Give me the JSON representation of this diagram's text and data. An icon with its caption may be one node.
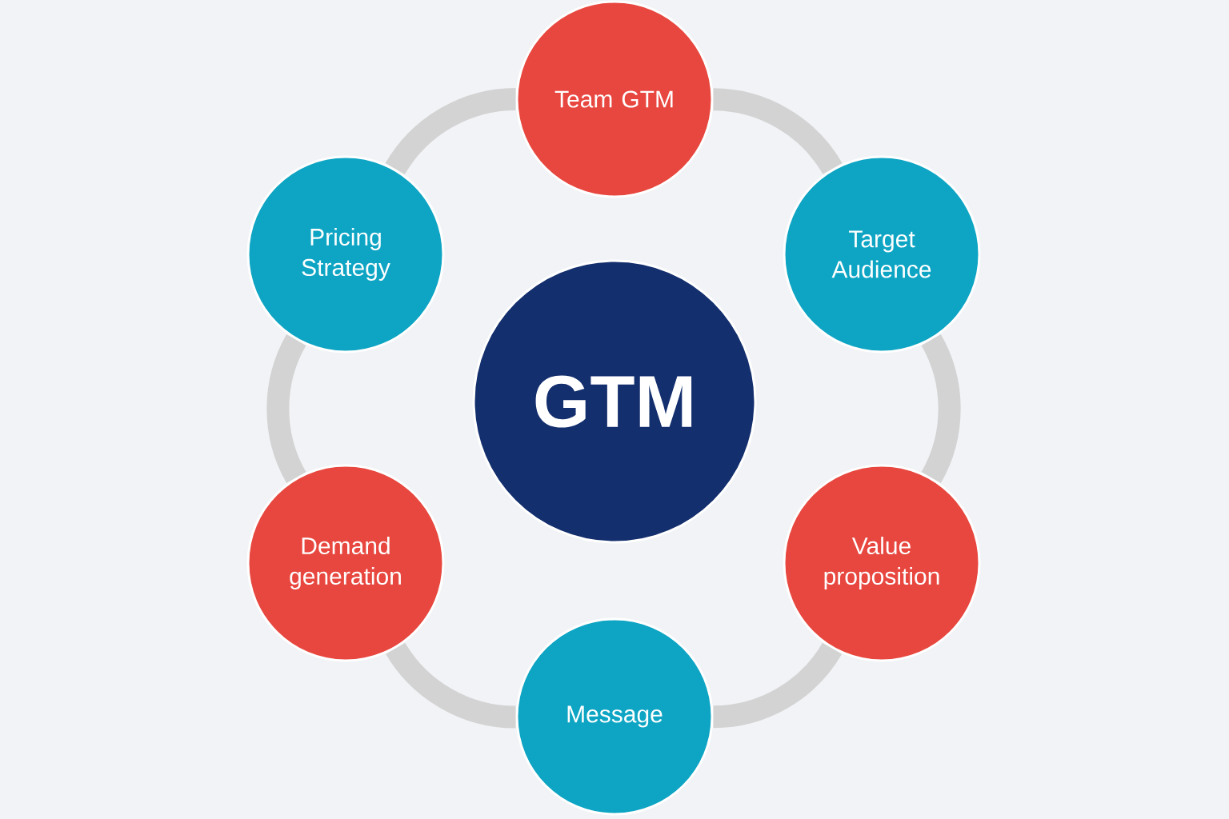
{
  "diagram": {
    "nodes": [
      {
        "text": [
          "GTM"
        ]
      },
      {
        "text": [
          "Team GTM"
        ]
      },
      {
        "text": [
          "Target Audience"
        ]
      },
      {
        "text": [
          "Value proposition"
        ]
      },
      {
        "text": [
          "Message"
        ]
      },
      {
        "text": [
          "Demand generation"
        ]
      },
      {
        "text": [
          "Pricing Strategy"
        ]
      }
    ],
    "edges": [
      {
        "from": 1,
        "to": 2,
        "arrow": "none"
      },
      {
        "from": 2,
        "to": 3,
        "arrow": "none"
      },
      {
        "from": 3,
        "to": 4,
        "arrow": "none"
      },
      {
        "from": 4,
        "to": 5,
        "arrow": "none"
      },
      {
        "from": 5,
        "to": 6,
        "arrow": "none"
      },
      {
        "from": 6,
        "to": 1,
        "arrow": "none"
      }
    ]
  }
}
